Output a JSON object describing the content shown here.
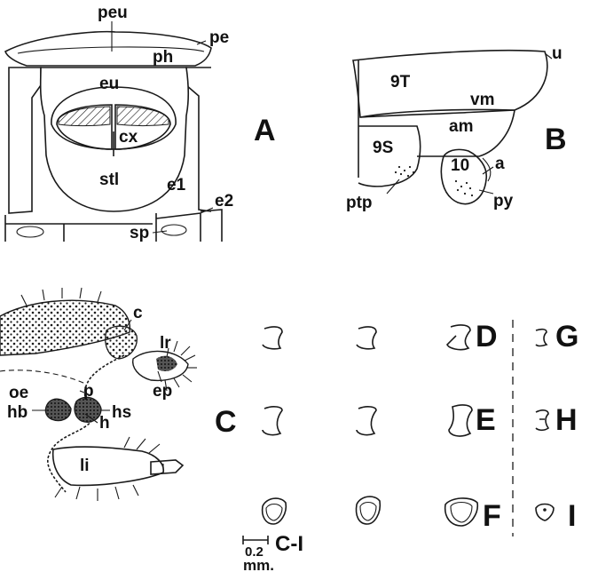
{
  "panels": {
    "A": {
      "letter": "A",
      "labels": {
        "peu": "peu",
        "ph": "ph",
        "pe": "pe",
        "eu": "eu",
        "cx": "cx",
        "stl": "stl",
        "e1": "e1",
        "e2": "e2",
        "sp": "sp"
      }
    },
    "B": {
      "letter": "B",
      "labels": {
        "t9": "9T",
        "u": "u",
        "vm": "vm",
        "am": "am",
        "s9": "9S",
        "ten": "10",
        "a": "a",
        "ptp": "ptp",
        "py": "py"
      }
    },
    "C": {
      "letter": "C",
      "labels": {
        "c": "c",
        "lr": "lr",
        "oe": "oe",
        "ep": "ep",
        "p": "p",
        "h": "h",
        "hb": "hb",
        "hs": "hs",
        "li": "li"
      }
    },
    "D": {
      "letter": "D"
    },
    "E": {
      "letter": "E"
    },
    "F": {
      "letter": "F"
    },
    "G": {
      "letter": "G"
    },
    "H": {
      "letter": "H"
    },
    "I": {
      "letter": "I"
    }
  },
  "scale_bar": {
    "value": "0.2",
    "unit": "mm.",
    "range": "C-I"
  },
  "colors": {
    "ink": "#1a1a1a",
    "background": "#ffffff"
  }
}
